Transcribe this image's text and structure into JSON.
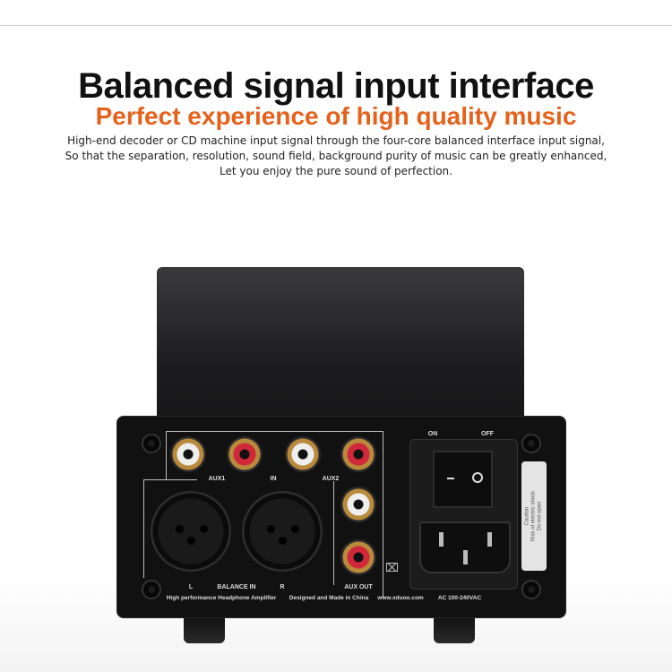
{
  "header": {
    "title": "Balanced signal input interface",
    "subtitle": "Perfect experience of high quality music",
    "description": [
      "High-end decoder or CD machine input signal through the four-core balanced interface input signal,",
      "So that the separation, resolution, sound field, background purity of music can be greatly enhanced,",
      "Let you enjoy the pure sound of perfection."
    ]
  },
  "device": {
    "labels": {
      "aux1": "AUX1",
      "in": "IN",
      "aux2": "AUX2",
      "l": "L",
      "balance_in": "BALANCE IN",
      "r": "R",
      "aux_out": "AUX OUT",
      "on": "ON",
      "off": "OFF",
      "product": "High performance Headphone Amplifier",
      "made": "Designed and Made in China",
      "website": "www.xduoo.com",
      "power": "AC 100-240VAC",
      "caution_title": "Caution",
      "caution_line1": "Risk of electric shock",
      "caution_line2": "Do not open"
    },
    "colors": {
      "accent": "#e5621c",
      "rca_red": "#d0283a",
      "rca_white": "#eeeeee"
    }
  }
}
